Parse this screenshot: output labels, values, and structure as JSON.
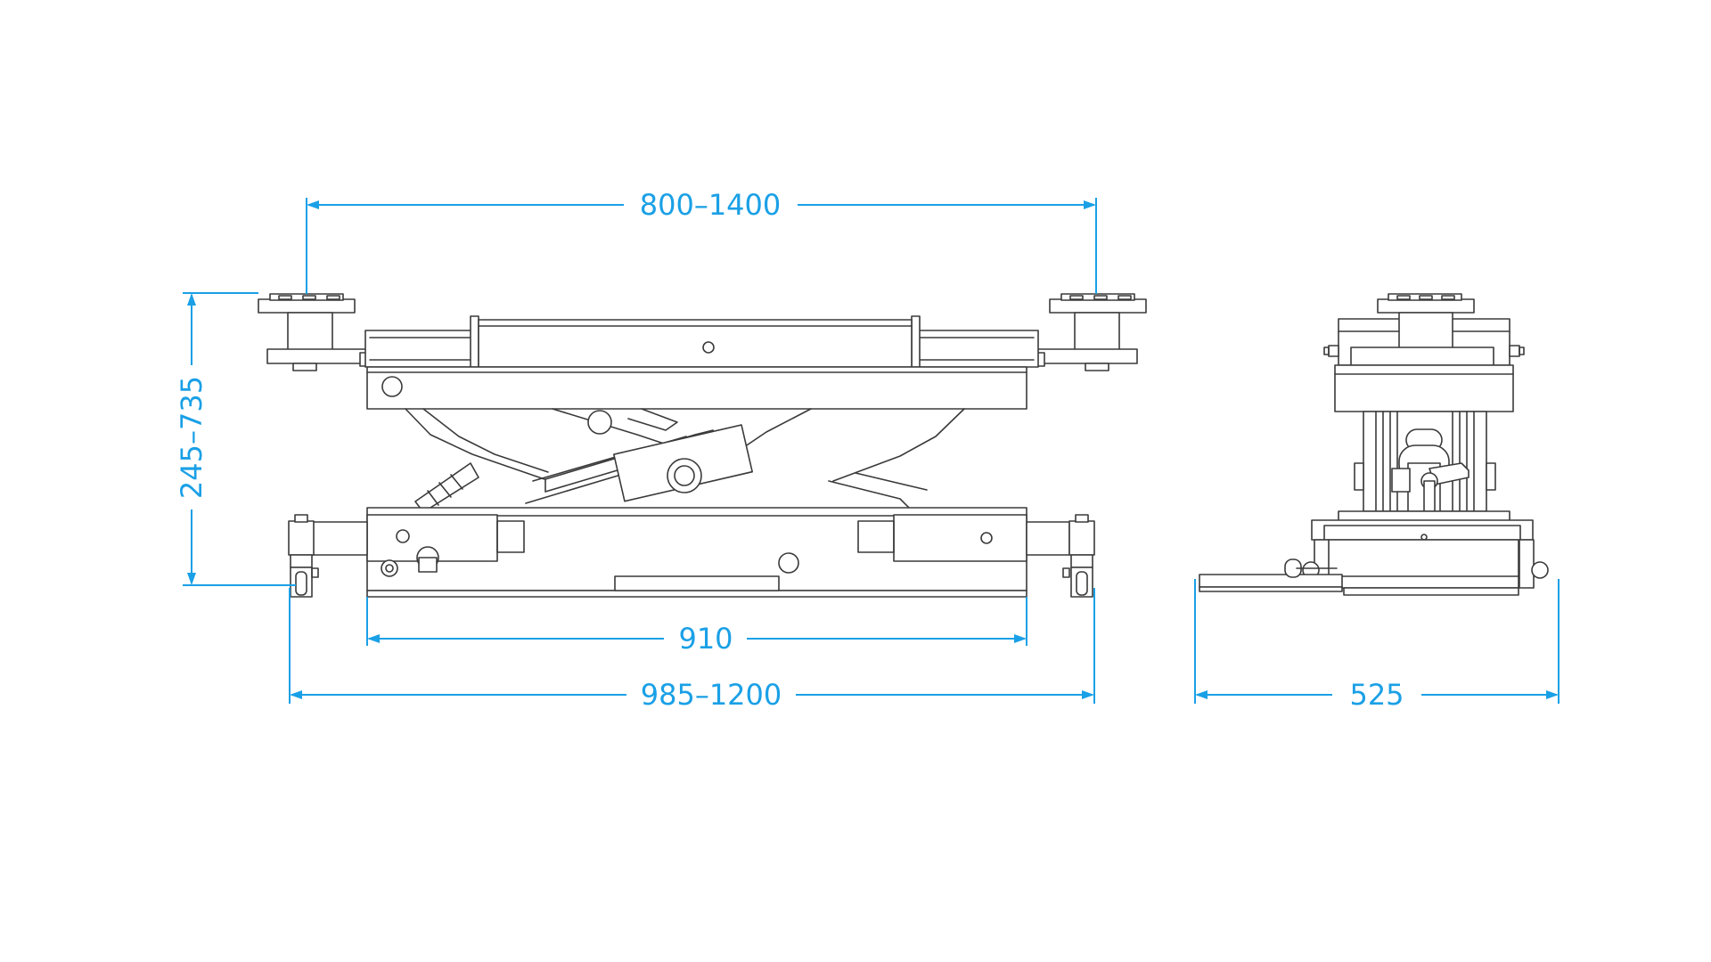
{
  "dimensions": {
    "pad_spacing": "800–1400",
    "height_range": "245–735",
    "frame_length": "910",
    "overall_length": "985–1200",
    "overall_width": "525"
  },
  "colors": {
    "dimension": "#1aa0e6",
    "outline": "#3a3a3a",
    "background": "#ffffff"
  }
}
